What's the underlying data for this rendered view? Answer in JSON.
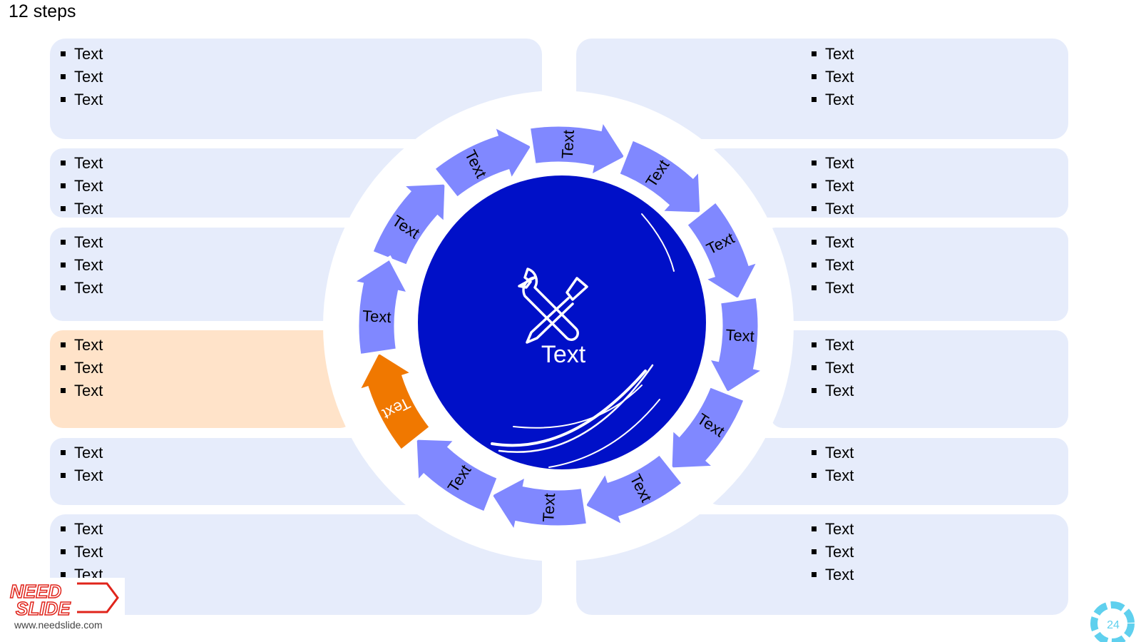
{
  "slide": {
    "title": "12 steps",
    "page_number": "24"
  },
  "center": {
    "label": "Text",
    "icon": "wrench-screwdriver-icon",
    "color": "#0010c8"
  },
  "colors": {
    "panel": "#e6ecfb",
    "panel_active": "#ffe3c9",
    "arrow": "#8088ff",
    "arrow_active": "#f07800",
    "ring": "#e6ecfb"
  },
  "arrows": [
    {
      "label": "Text"
    },
    {
      "label": "Text"
    },
    {
      "label": "Text"
    },
    {
      "label": "Text"
    },
    {
      "label": "Text"
    },
    {
      "label": "Text"
    },
    {
      "label": "Text"
    },
    {
      "label": "Text"
    },
    {
      "label": "Text"
    },
    {
      "label": "Text"
    },
    {
      "label": "Text"
    },
    {
      "label": "Text"
    }
  ],
  "panels": {
    "left": [
      [
        "Text",
        "Text",
        "Text"
      ],
      [
        "Text",
        "Text",
        "Text"
      ],
      [
        "Text",
        "Text",
        "Text"
      ],
      [
        "Text",
        "Text",
        "Text"
      ],
      [
        "Text",
        "Text"
      ],
      [
        "Text",
        "Text",
        "Text"
      ]
    ],
    "right": [
      [
        "Text",
        "Text",
        "Text"
      ],
      [
        "Text",
        "Text",
        "Text"
      ],
      [
        "Text",
        "Text",
        "Text"
      ],
      [
        "Text",
        "Text",
        "Text"
      ],
      [
        "Text",
        "Text"
      ],
      [
        "Text",
        "Text",
        "Text"
      ]
    ]
  },
  "footer": {
    "logo_line1": "NEED",
    "logo_line2": "SLIDE",
    "url": "www.needslide.com"
  }
}
